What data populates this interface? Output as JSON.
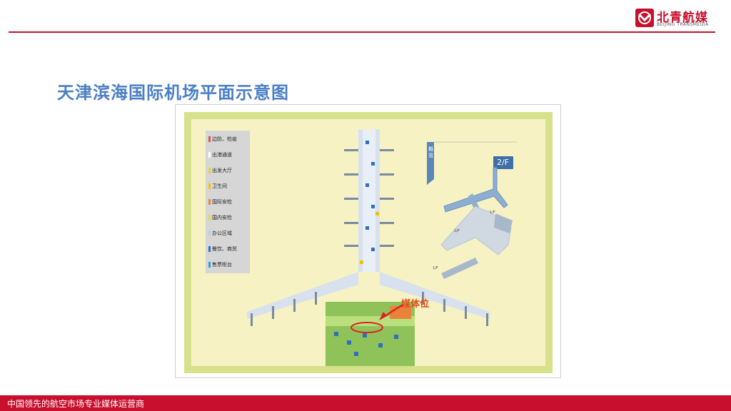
{
  "brand": {
    "name_cn": "北青航媒",
    "name_en": "BEIJING TRANSMEDIA",
    "color": "#c8102e",
    "icon": "brand-logo-icon"
  },
  "slide": {
    "title": "天津滨海国际机场平面示意图"
  },
  "map": {
    "legend": [
      {
        "label": "边防、检疫",
        "color": "#d9534f"
      },
      {
        "label": "出港通道",
        "color": "#ffffff"
      },
      {
        "label": "出发大厅",
        "color": "#e6d23c"
      },
      {
        "label": "卫生间",
        "color": "#f2c200"
      },
      {
        "label": "国际安检",
        "color": "#e8833a"
      },
      {
        "label": "国内安检",
        "color": "#f0d64a"
      },
      {
        "label": "办公区域",
        "color": "#b5d3e6"
      },
      {
        "label": "餐饮、商贸",
        "color": "#2f6fbf"
      },
      {
        "label": "售票柜台",
        "color": "#2a9fd6"
      }
    ],
    "overview_label": "概览",
    "overview_floor": "2/F",
    "overview_small_floors": [
      "1/F",
      "1/F",
      "1/F"
    ],
    "media_label": "媒体位"
  },
  "footer": {
    "text": "中国领先的航空市场专业媒体运营商"
  }
}
